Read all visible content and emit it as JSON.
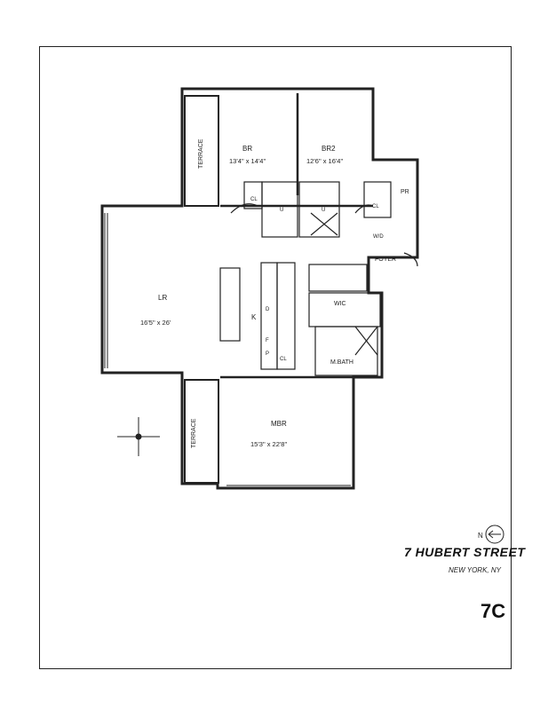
{
  "rooms": {
    "br": {
      "name": "BR",
      "dims": "13'4\" x 14'4\""
    },
    "br2": {
      "name": "BR2",
      "dims": "12'6\" x 16'4\""
    },
    "lr": {
      "name": "LR",
      "dims": "16'5\" x 26'"
    },
    "mbr": {
      "name": "MBR",
      "dims": "15'3\" x 22'8\""
    },
    "terrace_top": "TERRACE",
    "terrace_bottom": "TERRACE",
    "wic": "WIC",
    "foyer": "FOYER",
    "pr": "PR",
    "k": "K",
    "mbath": "M.BATH"
  },
  "fixtures": {
    "cl": "CL",
    "wd": "W/D",
    "f": "F",
    "p": "P",
    "d": "D",
    "u": "U"
  },
  "compass": {
    "north": "N"
  },
  "building": {
    "address": "7 HUBERT STREET",
    "city": "NEW YORK, NY",
    "unit": "7C"
  }
}
